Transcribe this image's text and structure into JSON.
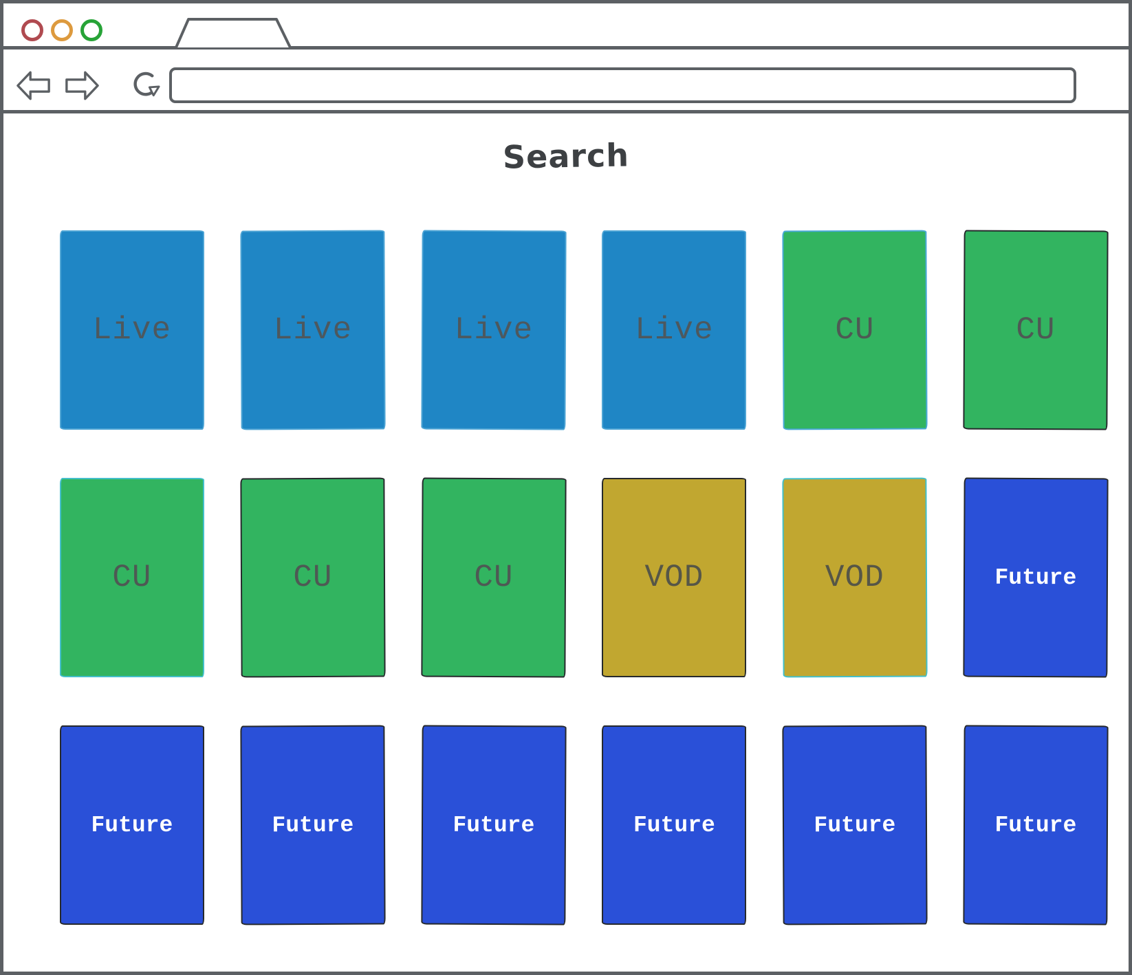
{
  "browser": {
    "window_controls": [
      {
        "name": "close",
        "color": "#b04a50"
      },
      {
        "name": "minimize",
        "color": "#dd9a3e"
      },
      {
        "name": "maximize",
        "color": "#27a337"
      }
    ],
    "tab_label": "",
    "nav_icons": [
      {
        "name": "back-icon"
      },
      {
        "name": "forward-icon"
      },
      {
        "name": "reload-icon"
      }
    ],
    "address_value": "",
    "address_placeholder": ""
  },
  "page": {
    "title": "Search",
    "grid": {
      "rows": [
        [
          {
            "label": "Live",
            "status": "live",
            "fill": "#1f86c5",
            "border": "#4fa5d5",
            "text_color": "#4d585e"
          },
          {
            "label": "Live",
            "status": "live",
            "fill": "#1f86c5",
            "border": "#4fa5d5",
            "text_color": "#4d585e"
          },
          {
            "label": "Live",
            "status": "live",
            "fill": "#1f86c5",
            "border": "#4fa5d5",
            "text_color": "#4d585e"
          },
          {
            "label": "Live",
            "status": "live",
            "fill": "#1f86c5",
            "border": "#4fa5d5",
            "text_color": "#4d585e"
          },
          {
            "label": "CU",
            "status": "cu",
            "fill": "#32b460",
            "border": "#4aa9d8",
            "text_color": "#4e5954"
          },
          {
            "label": "CU",
            "status": "cu",
            "fill": "#32b460",
            "border": "#26292c",
            "text_color": "#4e5954"
          }
        ],
        [
          {
            "label": "CU",
            "status": "cu",
            "fill": "#32b460",
            "border": "#43bfca",
            "text_color": "#4e5954"
          },
          {
            "label": "CU",
            "status": "cu",
            "fill": "#32b460",
            "border": "#26292c",
            "text_color": "#4e5954"
          },
          {
            "label": "CU",
            "status": "cu",
            "fill": "#32b460",
            "border": "#26292c",
            "text_color": "#4e5954"
          },
          {
            "label": "VOD",
            "status": "vod",
            "fill": "#c1a730",
            "border": "#26292c",
            "text_color": "#565647"
          },
          {
            "label": "VOD",
            "status": "vod",
            "fill": "#c1a730",
            "border": "#43bfca",
            "text_color": "#565647"
          },
          {
            "label": "Future",
            "status": "future",
            "fill": "#2a50d8",
            "border": "#26292c",
            "text_color": "#ffffff"
          }
        ],
        [
          {
            "label": "Future",
            "status": "future",
            "fill": "#2a50d8",
            "border": "#26292c",
            "text_color": "#ffffff"
          },
          {
            "label": "Future",
            "status": "future",
            "fill": "#2a50d8",
            "border": "#26292c",
            "text_color": "#ffffff"
          },
          {
            "label": "Future",
            "status": "future",
            "fill": "#2a50d8",
            "border": "#26292c",
            "text_color": "#ffffff"
          },
          {
            "label": "Future",
            "status": "future",
            "fill": "#2a50d8",
            "border": "#26292c",
            "text_color": "#ffffff"
          },
          {
            "label": "Future",
            "status": "future",
            "fill": "#2a50d8",
            "border": "#26292c",
            "text_color": "#ffffff"
          },
          {
            "label": "Future",
            "status": "future",
            "fill": "#2a50d8",
            "border": "#26292c",
            "text_color": "#ffffff"
          }
        ]
      ]
    }
  },
  "palette": {
    "chrome_gray": "#5c6064",
    "live_blue": "#1f86c5",
    "cu_green": "#32b460",
    "vod_yellow": "#c1a730",
    "future_blue": "#2a50d8",
    "sketch_ink": "#26292c"
  }
}
